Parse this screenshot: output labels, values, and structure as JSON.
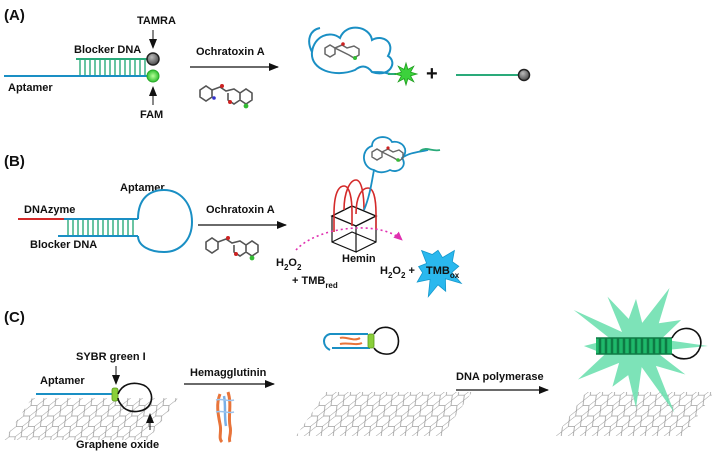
{
  "panels": {
    "a": {
      "letter": "(A)",
      "tamra": "TAMRA",
      "blocker": "Blocker DNA",
      "aptamer": "Aptamer",
      "fam": "FAM",
      "reagent": "Ochratoxin A",
      "plus": "+"
    },
    "b": {
      "letter": "(B)",
      "aptamer": "Aptamer",
      "dnazyme": "DNAzyme",
      "blocker": "Blocker DNA",
      "reagent": "Ochratoxin A",
      "hemin": "Hemin",
      "h2o2_left": "H",
      "h2o2_left_sub": "2",
      "h2o2_left_o": "O",
      "h2o2_left_sub2": "2",
      "tmb_red_prefix": "+ TMB",
      "tmb_red_sub": "red",
      "h2o2_right": "H",
      "h2o2_right_sub": "2",
      "h2o2_right_o": "O",
      "h2o2_right_sub2": "2",
      "h2o2_right_plus": " +",
      "tmb_ox": "TMB",
      "tmb_ox_sub": "ox"
    },
    "c": {
      "letter": "(C)",
      "sybr": "SYBR green I",
      "aptamer": "Aptamer",
      "graphene": "Graphene oxide",
      "reagent1": "Hemagglutinin",
      "reagent2": "DNA polymerase"
    }
  },
  "colors": {
    "aptamer_strand": "#1a8fc4",
    "blocker_strand": "#2aaa7a",
    "dnazyme_strand": "#d42a2a",
    "fam_dye": "#38c838",
    "tamra_dye": "#777777",
    "tmb_ox_star": "#2ab8ee",
    "hemin_frame": "#d42a2a",
    "sybr_glow": "#5ad6a6",
    "arrow": "#111111",
    "dotted_arrow": "#e030b0"
  }
}
